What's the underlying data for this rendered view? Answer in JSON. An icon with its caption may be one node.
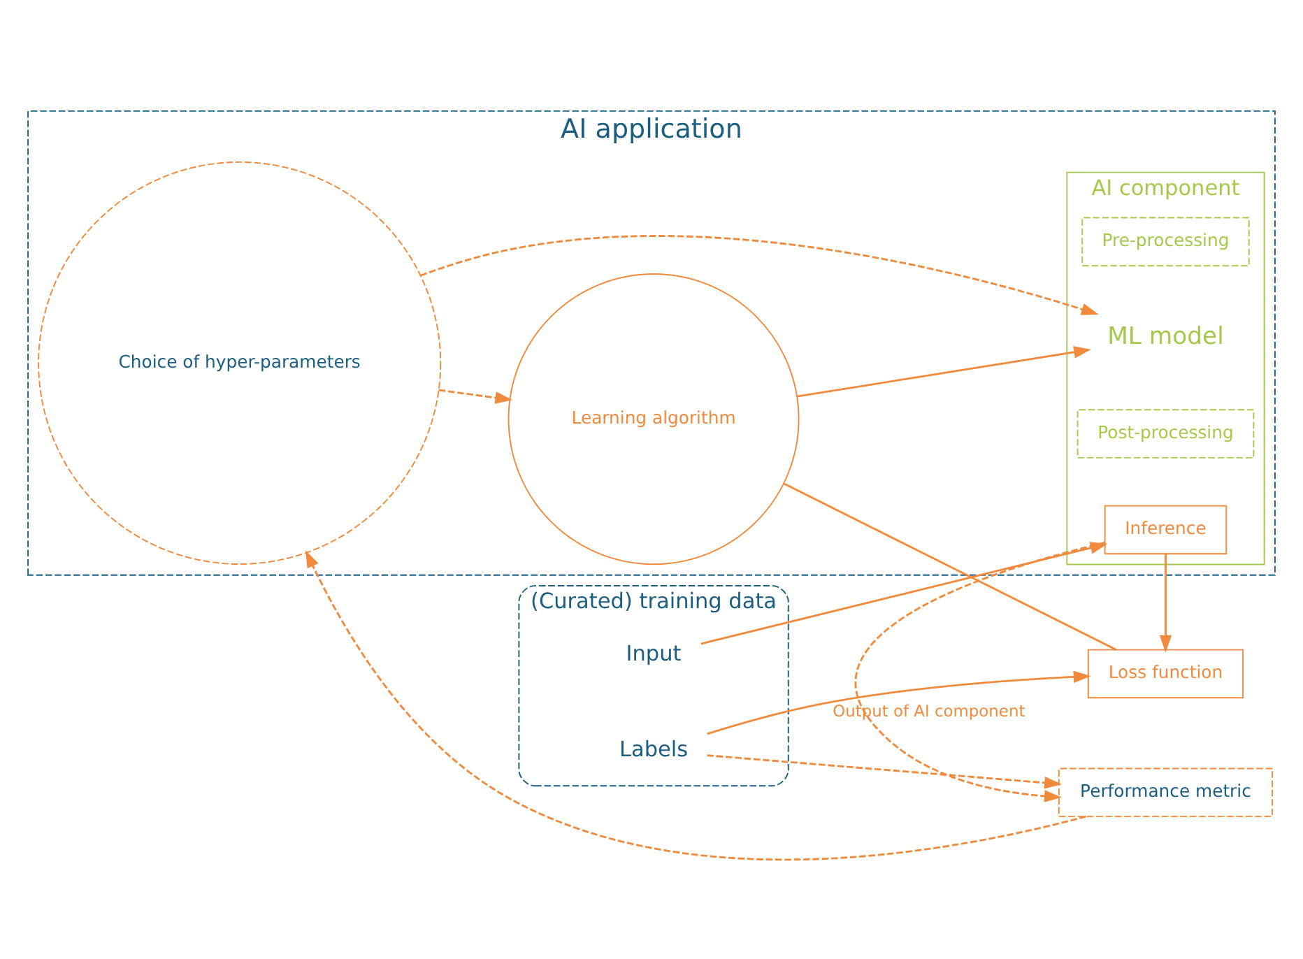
{
  "diagram": {
    "nodes": [
      {
        "text": [
          "AI application"
        ]
      },
      {
        "text": [
          "AI component"
        ],
        "in": 0
      },
      {
        "text": [
          "Pre-processing"
        ],
        "in": 1
      },
      {
        "text": [
          "ML model"
        ],
        "in": 1
      },
      {
        "text": [
          "Post-processing"
        ],
        "in": 1
      },
      {
        "text": [
          "Inference"
        ],
        "in": 1
      },
      {
        "text": [
          "Learning algorithm"
        ],
        "in": 0
      },
      {
        "text": [
          "Choice of hyper-parameters"
        ],
        "in": 0
      },
      {
        "text": [
          "(Curated) training data"
        ]
      },
      {
        "text": [
          "Input"
        ],
        "in": 8
      },
      {
        "text": [
          "Labels"
        ],
        "in": 8
      },
      {
        "text": [
          "Loss function"
        ]
      },
      {
        "text": [
          "Performance metric"
        ]
      }
    ],
    "edges": [
      {
        "from": 9,
        "to": 5,
        "arrow": "to"
      },
      {
        "from": 5,
        "to": 11,
        "arrow": "to"
      },
      {
        "from": 10,
        "to": 11,
        "arrow": "to"
      },
      {
        "from": 11,
        "to": 6,
        "arrow": "none"
      },
      {
        "from": 6,
        "to": 3,
        "arrow": "to"
      },
      {
        "from": 7,
        "to": 3,
        "arrow": "to",
        "style": "dashed"
      },
      {
        "from": 7,
        "to": 6,
        "arrow": "to",
        "style": "dashed"
      },
      {
        "from": 5,
        "to": 12,
        "arrow": "to",
        "style": "dashed",
        "label": "Output of AI component"
      },
      {
        "from": 10,
        "to": 12,
        "arrow": "to",
        "style": "dashed"
      },
      {
        "from": 12,
        "to": 7,
        "arrow": "to",
        "style": "dashed"
      }
    ]
  }
}
